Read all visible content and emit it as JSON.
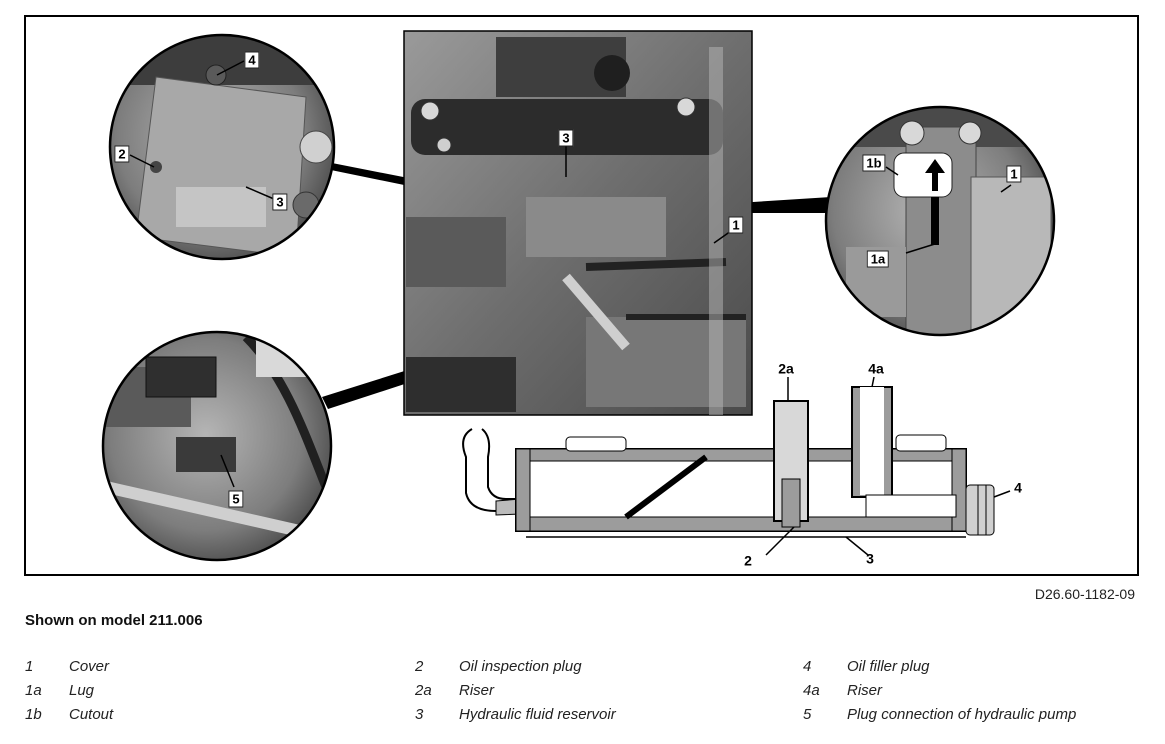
{
  "callouts": {
    "c4_top": "4",
    "c2_left": "2",
    "c3_left": "3",
    "c3_center": "3",
    "c1_center": "1",
    "c1b": "1b",
    "c1_right": "1",
    "c1a": "1a",
    "c5": "5",
    "c2a": "2a",
    "c4a": "4a",
    "c4_section": "4",
    "c2_section": "2",
    "c3_section": "3"
  },
  "figure_code": "D26.60-1182-09",
  "caption": "Shown on model 211.006",
  "legend": [
    {
      "num": "1",
      "text": "Cover"
    },
    {
      "num": "1a",
      "text": "Lug"
    },
    {
      "num": "1b",
      "text": "Cutout"
    },
    {
      "num": "2",
      "text": "Oil inspection plug"
    },
    {
      "num": "2a",
      "text": "Riser"
    },
    {
      "num": "3",
      "text": "Hydraulic fluid reservoir"
    },
    {
      "num": "4",
      "text": "Oil filler plug"
    },
    {
      "num": "4a",
      "text": "Riser"
    },
    {
      "num": "5",
      "text": "Plug connection of hydraulic pump"
    }
  ]
}
